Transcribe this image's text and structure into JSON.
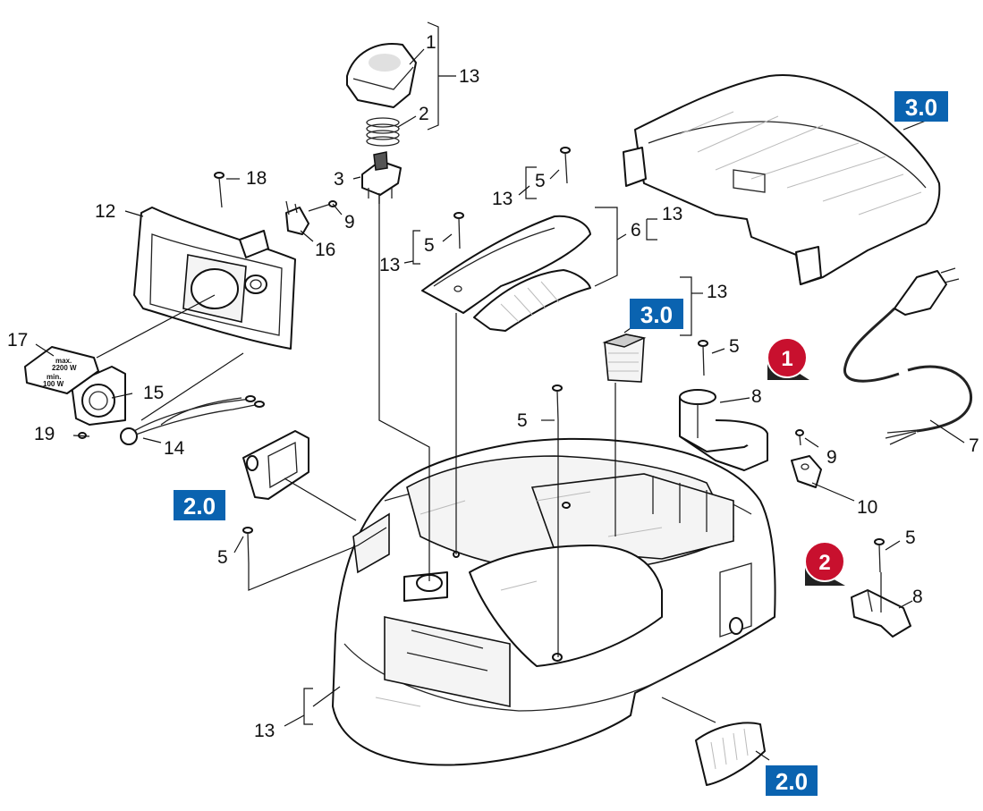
{
  "callouts": {
    "c1": "1",
    "c2": "2",
    "c3": "3",
    "c5a": "5",
    "c5b": "5",
    "c5c": "5",
    "c5d": "5",
    "c5e": "5",
    "c5f": "5",
    "c6": "6",
    "c7": "7",
    "c8a": "8",
    "c8b": "8",
    "c9a": "9",
    "c9b": "9",
    "c10": "10",
    "c12": "12",
    "c13a": "13",
    "c13b": "13",
    "c13c": "13",
    "c13d": "13",
    "c13e": "13",
    "c13f": "13",
    "c14": "14",
    "c15": "15",
    "c16": "16",
    "c17": "17",
    "c18": "18",
    "c19": "19"
  },
  "badges": {
    "b30_top": "3.0",
    "b30_mid": "3.0",
    "b20_left": "2.0",
    "b20_bottom": "2.0"
  },
  "markers": {
    "m1": "1",
    "m2": "2"
  },
  "cap_label": {
    "line1": "max.",
    "line2": "2200 W",
    "line3": "min.",
    "line4": "100 W"
  },
  "colors": {
    "badge_blue": "#0a63b0",
    "marker_red": "#c8102e"
  }
}
